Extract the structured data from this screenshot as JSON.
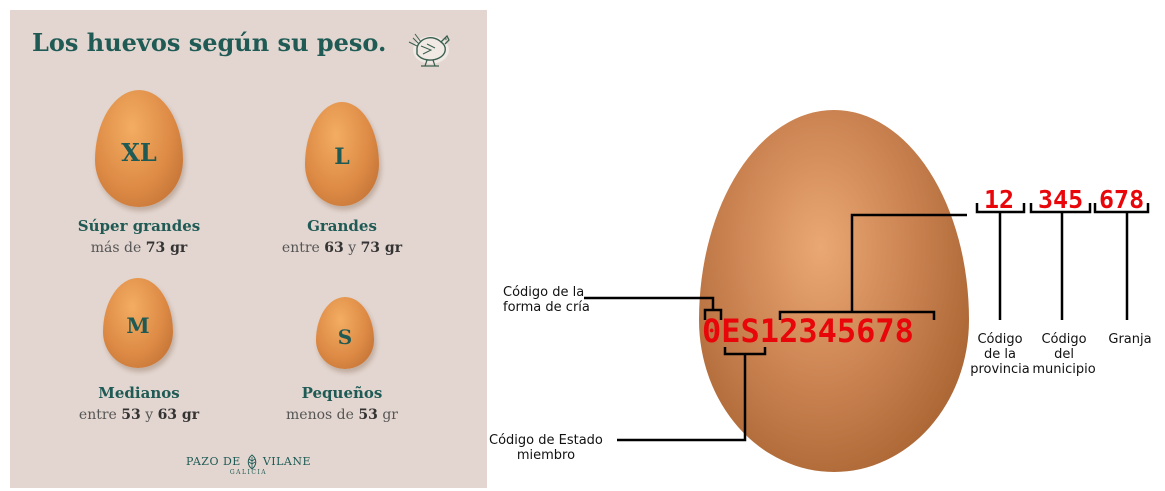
{
  "infographic": {
    "title": "Los huevos según su peso.",
    "eggs": [
      {
        "grade": "XL",
        "name": "Súper grandes",
        "range_prefix": "más de ",
        "min": "73 gr",
        "joiner": "",
        "max": ""
      },
      {
        "grade": "L",
        "name": "Grandes",
        "range_prefix": "entre ",
        "min": "63",
        "joiner": " y ",
        "max": "73 gr"
      },
      {
        "grade": "M",
        "name": "Medianos",
        "range_prefix": "entre ",
        "min": "53",
        "joiner": " y ",
        "max": "63 gr"
      },
      {
        "grade": "S",
        "name": "Pequeños",
        "range_prefix": "menos de ",
        "min": "53",
        "joiner": " ",
        "max": "gr"
      }
    ],
    "brand_left": "PAZO DE",
    "brand_right": "VILANE",
    "brand_sub": "GALICIA",
    "colors": {
      "panel": "#e3d6d0",
      "accent": "#1f5a55",
      "egg": "#dd8a45"
    }
  },
  "code_diagram": {
    "code": "0ES12345678",
    "parts": {
      "province": "12",
      "municipality": "345",
      "farm": "678"
    },
    "labels": {
      "farming_method": [
        "Código de la",
        "forma de cría"
      ],
      "member_state": [
        "Código de Estado",
        "miembro"
      ],
      "province": [
        "Código",
        "de la",
        "provincia"
      ],
      "municipality": [
        "Código",
        "del",
        "municipio"
      ],
      "farm": [
        "Granja"
      ]
    },
    "colors": {
      "code": "#e8060b",
      "egg": "#c98150"
    }
  }
}
